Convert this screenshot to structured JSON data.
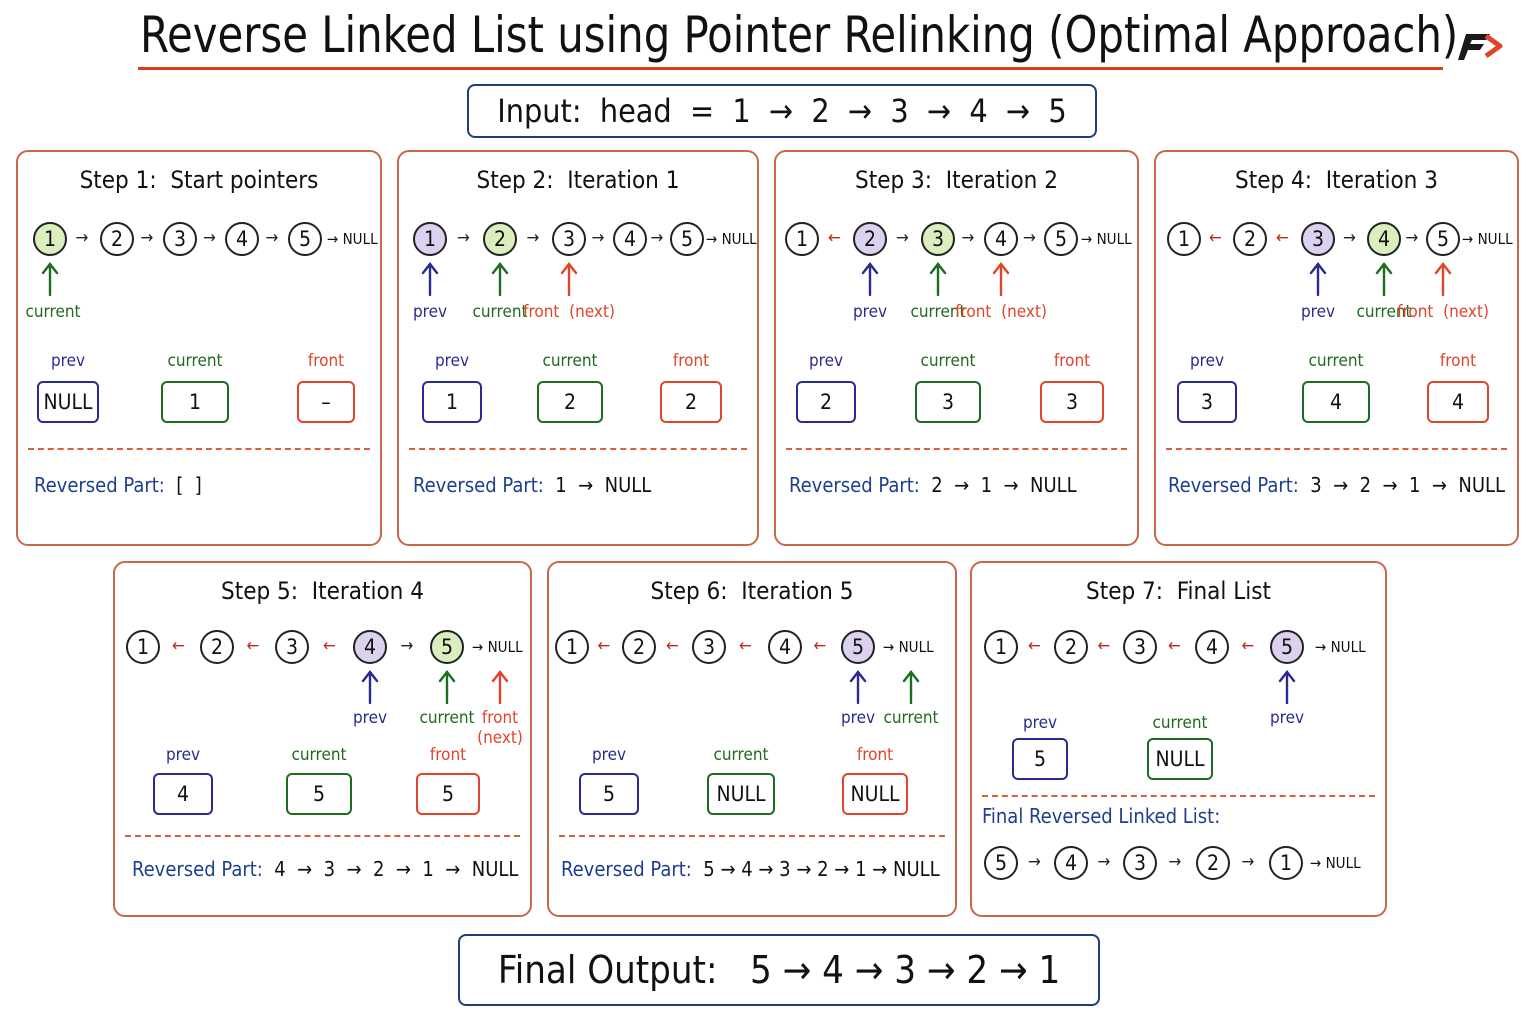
{
  "title": "Reverse Linked List using Pointer Relinking (Optimal Approach)",
  "input_text": "Input:  head  =  1  →  2  →  3  →  4  →  5",
  "null_label": "NULL",
  "colors": {
    "prev": "#2b2b8f",
    "current": "#1f6b1f",
    "front": "#e0452a",
    "border": "#c8684a",
    "back_link": "#c02a1c"
  },
  "steps": [
    {
      "title": "Step 1:  Start pointers",
      "nodes": [
        "1",
        "2",
        "3",
        "4",
        "5"
      ],
      "node_fill": [
        "green",
        "",
        "",
        "",
        ""
      ],
      "links": [
        "→",
        "→",
        "→",
        "→"
      ],
      "pointers": [
        {
          "role": "current",
          "label": "current",
          "node": 0
        }
      ],
      "boxes": [
        {
          "role": "prev",
          "label": "prev",
          "value": "NULL"
        },
        {
          "role": "current",
          "label": "current",
          "value": "1"
        },
        {
          "role": "front",
          "label": "front",
          "value": "–"
        }
      ],
      "reversed_label": "Reversed Part:",
      "reversed_value": "[  ]"
    },
    {
      "title": "Step 2:  Iteration 1",
      "nodes": [
        "1",
        "2",
        "3",
        "4",
        "5"
      ],
      "node_fill": [
        "purple",
        "green",
        "",
        "",
        ""
      ],
      "links": [
        "→",
        "→",
        "→",
        "→"
      ],
      "pointers": [
        {
          "role": "prev",
          "label": "prev",
          "node": 0
        },
        {
          "role": "current",
          "label": "current",
          "node": 1
        },
        {
          "role": "front",
          "label": "front  (next)",
          "node": 2
        }
      ],
      "boxes": [
        {
          "role": "prev",
          "label": "prev",
          "value": "1"
        },
        {
          "role": "current",
          "label": "current",
          "value": "2"
        },
        {
          "role": "front",
          "label": "front",
          "value": "2"
        }
      ],
      "reversed_label": "Reversed Part:",
      "reversed_value": "1  →  NULL"
    },
    {
      "title": "Step 3:  Iteration 2",
      "nodes": [
        "1",
        "2",
        "3",
        "4",
        "5"
      ],
      "node_fill": [
        "",
        "purple",
        "green",
        "",
        ""
      ],
      "links": [
        "←",
        "→",
        "→",
        "→"
      ],
      "pointers": [
        {
          "role": "prev",
          "label": "prev",
          "node": 1
        },
        {
          "role": "current",
          "label": "current",
          "node": 2
        },
        {
          "role": "front",
          "label": "front  (next)",
          "node": 3
        }
      ],
      "boxes": [
        {
          "role": "prev",
          "label": "prev",
          "value": "2"
        },
        {
          "role": "current",
          "label": "current",
          "value": "3"
        },
        {
          "role": "front",
          "label": "front",
          "value": "3"
        }
      ],
      "reversed_label": "Reversed Part:",
      "reversed_value": "2  →  1  →  NULL"
    },
    {
      "title": "Step 4:  Iteration 3",
      "nodes": [
        "1",
        "2",
        "3",
        "4",
        "5"
      ],
      "node_fill": [
        "",
        "",
        "purple",
        "green",
        ""
      ],
      "links": [
        "←",
        "←",
        "→",
        "→"
      ],
      "pointers": [
        {
          "role": "prev",
          "label": "prev",
          "node": 2
        },
        {
          "role": "current",
          "label": "current",
          "node": 3
        },
        {
          "role": "front",
          "label": "front  (next)",
          "node": 4
        }
      ],
      "boxes": [
        {
          "role": "prev",
          "label": "prev",
          "value": "3"
        },
        {
          "role": "current",
          "label": "current",
          "value": "4"
        },
        {
          "role": "front",
          "label": "front",
          "value": "4"
        }
      ],
      "reversed_label": "Reversed Part:",
      "reversed_value": "3  →  2  →  1  →  NULL"
    },
    {
      "title": "Step 5:  Iteration 4",
      "nodes": [
        "1",
        "2",
        "3",
        "4",
        "5"
      ],
      "node_fill": [
        "",
        "",
        "",
        "purple",
        "green"
      ],
      "links": [
        "←",
        "←",
        "←",
        "→"
      ],
      "pointers": [
        {
          "role": "prev",
          "label": "prev",
          "node": 3
        },
        {
          "role": "current",
          "label": "current",
          "node": 4
        },
        {
          "role": "front",
          "label": "front\n(next)",
          "node": 5
        }
      ],
      "boxes": [
        {
          "role": "prev",
          "label": "prev",
          "value": "4"
        },
        {
          "role": "current",
          "label": "current",
          "value": "5"
        },
        {
          "role": "front",
          "label": "front",
          "value": "5"
        }
      ],
      "reversed_label": "Reversed Part:",
      "reversed_value": "4  →  3  →  2  →  1  →  NULL"
    },
    {
      "title": "Step 6:  Iteration 5",
      "nodes": [
        "1",
        "2",
        "3",
        "4",
        "5"
      ],
      "node_fill": [
        "",
        "",
        "",
        "",
        "purple"
      ],
      "links": [
        "←",
        "←",
        "←",
        "←"
      ],
      "pointers": [
        {
          "role": "prev",
          "label": "prev",
          "node": 4
        },
        {
          "role": "current",
          "label": "current",
          "node": 5
        }
      ],
      "boxes": [
        {
          "role": "prev",
          "label": "prev",
          "value": "5"
        },
        {
          "role": "current",
          "label": "current",
          "value": "NULL"
        },
        {
          "role": "front",
          "label": "front",
          "value": "NULL"
        }
      ],
      "reversed_label": "Reversed Part:",
      "reversed_value": "5 → 4 → 3 → 2 → 1 → NULL"
    },
    {
      "title": "Step 7:  Final List",
      "nodes": [
        "1",
        "2",
        "3",
        "4",
        "5"
      ],
      "node_fill": [
        "",
        "",
        "",
        "",
        "purple"
      ],
      "links": [
        "←",
        "←",
        "←",
        "←"
      ],
      "pointers": [
        {
          "role": "prev",
          "label": "prev",
          "node": 4
        }
      ],
      "boxes": [
        {
          "role": "prev",
          "label": "prev",
          "value": "5"
        },
        {
          "role": "current",
          "label": "current",
          "value": "NULL"
        }
      ],
      "final_list_label": "Final Reversed Linked List:",
      "final_list": [
        "5",
        "4",
        "3",
        "2",
        "1"
      ]
    }
  ],
  "final_output_text": "Final Output:   5 → 4 → 3 → 2 → 1"
}
